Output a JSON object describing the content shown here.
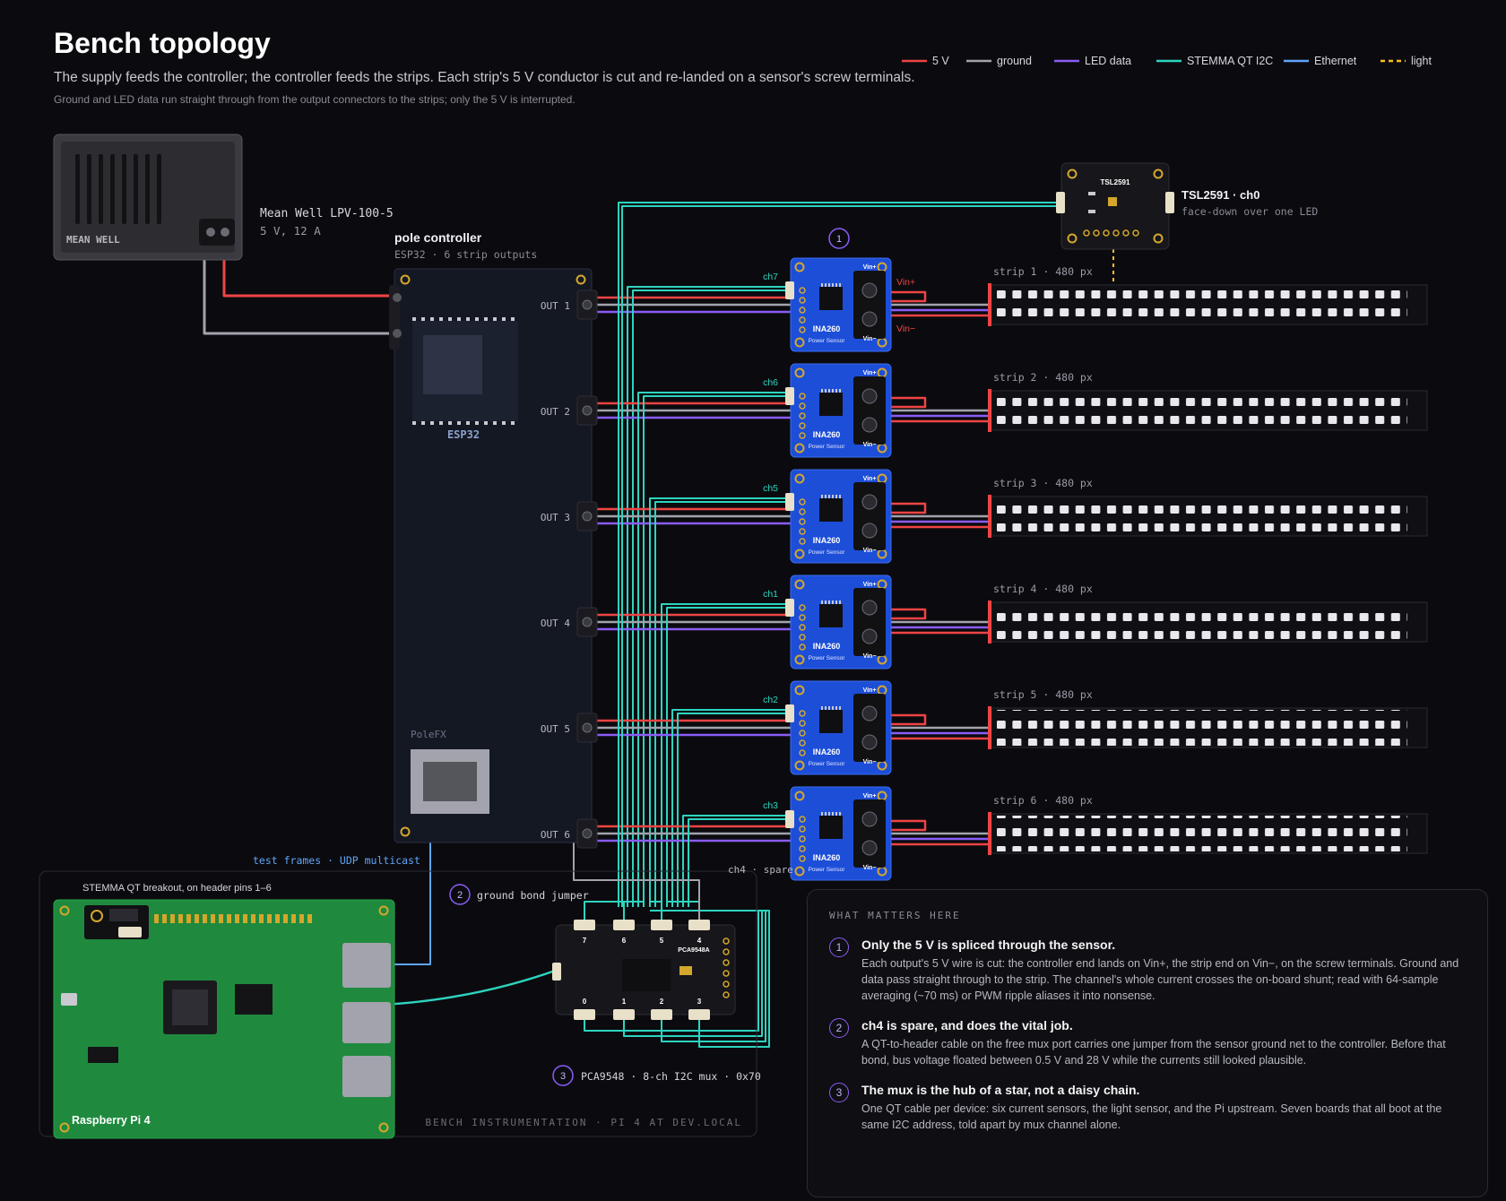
{
  "header": {
    "title": "Bench topology",
    "subtitle": "The supply feeds the controller; the controller feeds the strips. Each strip's 5 V conductor is cut and re-landed on a sensor's screw terminals.",
    "note": "Ground and LED data run straight through from the output connectors to the strips; only the 5 V is interrupted."
  },
  "legend": [
    {
      "label": "5 V",
      "color": "#ef4444",
      "dashed": false
    },
    {
      "label": "ground",
      "color": "#a3a3ad",
      "dashed": false
    },
    {
      "label": "LED data",
      "color": "#8b5cf6",
      "dashed": false
    },
    {
      "label": "STEMMA QT I2C",
      "color": "#2dd4bf",
      "dashed": false
    },
    {
      "label": "Ethernet",
      "color": "#60a5fa",
      "dashed": false
    },
    {
      "label": "light",
      "color": "#fbbf24",
      "dashed": true
    }
  ],
  "psu": {
    "brand": "MEAN WELL",
    "model": "Mean Well LPV-100-5",
    "rating": "5 V, 12 A"
  },
  "controller": {
    "title": "pole controller",
    "subtitle": "ESP32 · 6 strip outputs",
    "chip": "ESP32",
    "brand": "PoleFX",
    "outputs": [
      "OUT 1",
      "OUT 2",
      "OUT 3",
      "OUT 4",
      "OUT 5",
      "OUT 6"
    ]
  },
  "sensors": {
    "chip": "INA260",
    "sub": "Power Sensor",
    "vin_plus": "Vin+",
    "vin_minus": "Vin−",
    "channels": [
      "ch7",
      "ch6",
      "ch5",
      "ch1",
      "ch2",
      "ch3"
    ]
  },
  "strips": [
    "strip 1 · 480 px",
    "strip 2 · 480 px",
    "strip 3 · 480 px",
    "strip 4 · 480 px",
    "strip 5 · 480 px",
    "strip 6 · 480 px"
  ],
  "light_sensor": {
    "chip": "TSL2591",
    "title": "TSL2591 · ch0",
    "note": "face-down over one LED"
  },
  "markers": {
    "m1": "1",
    "m2": "2",
    "m3": "3"
  },
  "bench": {
    "ethernet_label": "test frames · UDP multicast",
    "breakout_label": "STEMMA QT breakout, on header pins 1–6",
    "pi_label": "Raspberry Pi 4",
    "ground_jumper": "ground bond jumper",
    "spare_label": "ch4 · spare",
    "mux_chip": "PCA9548A",
    "mux_label": "PCA9548 · 8-ch I2C mux · 0x70",
    "mux_top_ports": [
      "7",
      "6",
      "5",
      "4"
    ],
    "mux_bottom_ports": [
      "0",
      "1",
      "2",
      "3"
    ],
    "footer": "BENCH INSTRUMENTATION · PI 4 AT DEV.LOCAL"
  },
  "notes": {
    "heading": "WHAT MATTERS HERE",
    "items": [
      {
        "num": "1",
        "title": "Only the 5 V is spliced through the sensor.",
        "body": "Each output's 5 V wire is cut: the controller end lands on Vin+, the strip end on Vin−, on the screw terminals. Ground and data pass straight through to the strip. The channel's whole current crosses the on-board shunt; read with 64-sample averaging (~70 ms) or PWM ripple aliases it into nonsense."
      },
      {
        "num": "2",
        "title": "ch4 is spare, and does the vital job.",
        "body": "A QT-to-header cable on the free mux port carries one jumper from the sensor ground net to the controller. Before that bond, bus voltage floated between 0.5 V and 28 V while the currents still looked plausible."
      },
      {
        "num": "3",
        "title": "The mux is the hub of a star, not a daisy chain.",
        "body": "One QT cable per device: six current sensors, the light sensor, and the Pi upstream. Seven boards that all boot at the same I2C address, told apart by mux channel alone."
      }
    ]
  }
}
